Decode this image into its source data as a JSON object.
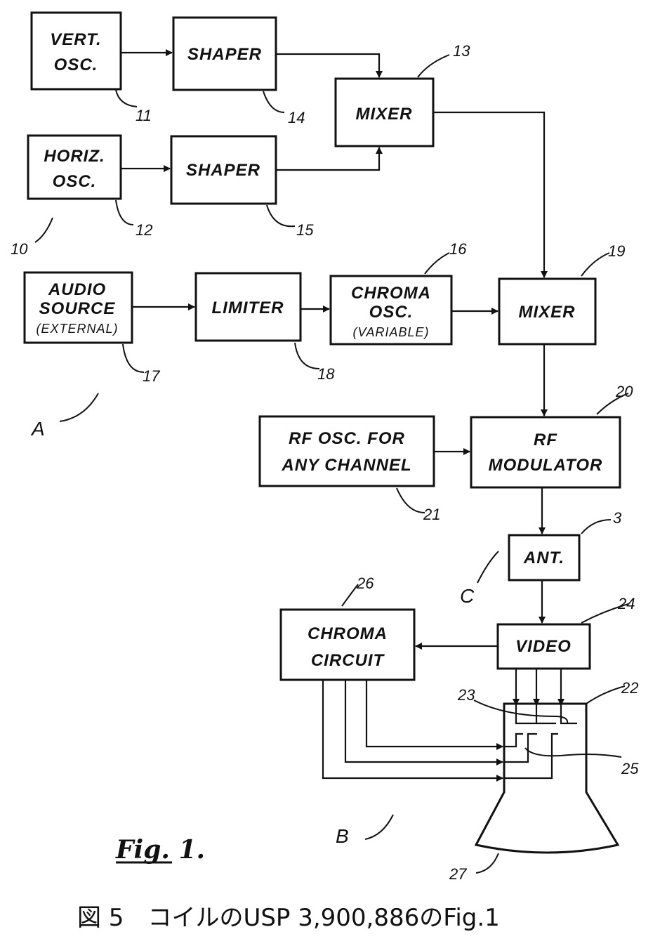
{
  "blocks": {
    "vert_osc": [
      "VERT.",
      "OSC."
    ],
    "shaper_1": "SHAPER",
    "mixer_13": "MIXER",
    "horiz_osc": [
      "HORIZ.",
      "OSC."
    ],
    "shaper_2": "SHAPER",
    "audio_source": [
      "AUDIO",
      "SOURCE",
      "(EXTERNAL)"
    ],
    "limiter": "LIMITER",
    "chroma_osc": [
      "CHROMA",
      "OSC.",
      "(VARIABLE)"
    ],
    "mixer_19": "MIXER",
    "rf_osc": [
      "RF OSC. FOR",
      "ANY CHANNEL"
    ],
    "rf_modulator": [
      "RF",
      "MODULATOR"
    ],
    "ant": "ANT.",
    "video": "VIDEO",
    "chroma_circuit": [
      "CHROMA",
      "CIRCUIT"
    ]
  },
  "refs": {
    "r11": "11",
    "r14": "14",
    "r13": "13",
    "r12": "12",
    "r15": "15",
    "r10": "10",
    "r16": "16",
    "r19": "19",
    "r17": "17",
    "r18": "18",
    "rA": "A",
    "r20": "20",
    "r21": "21",
    "r3": "3",
    "rC": "C",
    "r26": "26",
    "r24": "24",
    "r23": "23",
    "r22": "22",
    "r25": "25",
    "rB": "B",
    "r27": "27"
  },
  "figure_label": "Fig. 1.",
  "caption": "図 5　コイルのUSP 3,900,886のFig.1"
}
